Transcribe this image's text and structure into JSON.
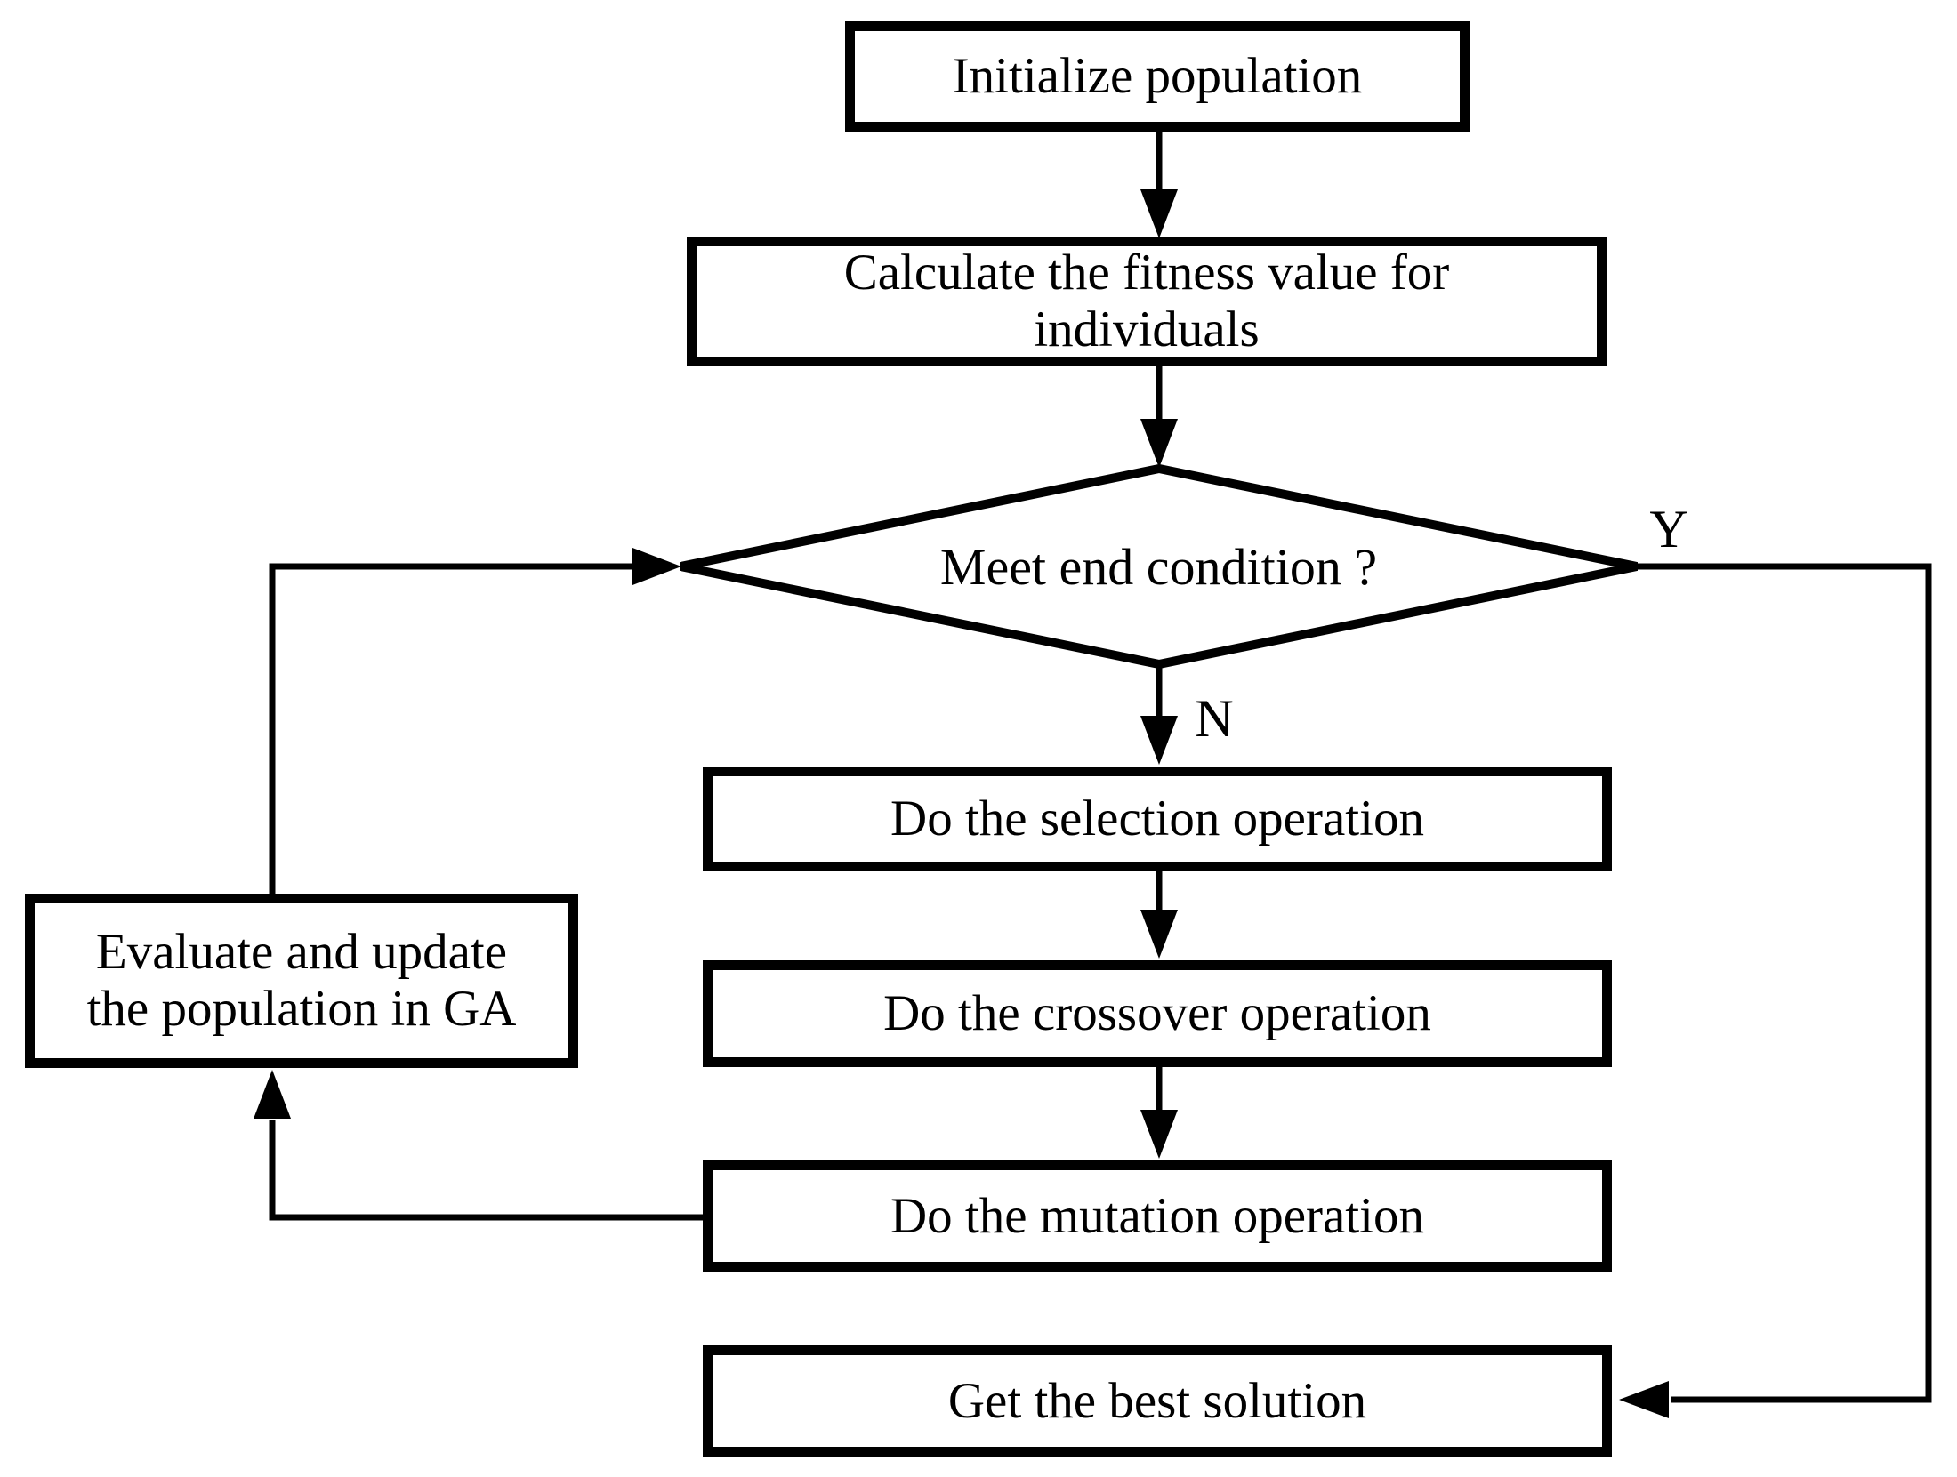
{
  "colors": {
    "stroke": "#000000",
    "background": "#ffffff"
  },
  "nodes": {
    "initialize": {
      "label": "Initialize population"
    },
    "calculate_fitness": {
      "line1": "Calculate the fitness value for",
      "line2": "individuals"
    },
    "decision": {
      "label": "Meet end condition ?"
    },
    "selection": {
      "label": "Do the selection operation"
    },
    "crossover": {
      "label": "Do the crossover operation"
    },
    "mutation": {
      "label": "Do the mutation operation"
    },
    "evaluate_update": {
      "line1": "Evaluate and update",
      "line2": "the population in GA"
    },
    "best_solution": {
      "label": "Get the best solution"
    }
  },
  "edge_labels": {
    "yes": "Y",
    "no": "N"
  }
}
